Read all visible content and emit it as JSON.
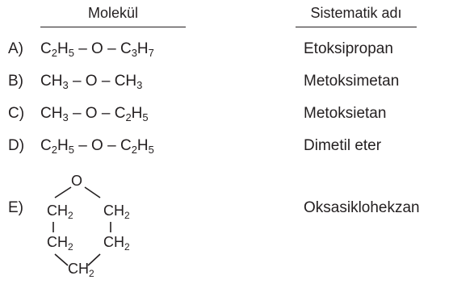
{
  "header": {
    "molecule": "Molekül",
    "systematic_name": "Sistematik adı"
  },
  "options": [
    {
      "letter": "A)",
      "formula": [
        {
          "t": "C"
        },
        {
          "s": "2"
        },
        {
          "t": "H"
        },
        {
          "s": "5"
        },
        {
          "t": " – O – C"
        },
        {
          "s": "3"
        },
        {
          "t": "H"
        },
        {
          "s": "7"
        }
      ],
      "name": "Etoksipropan"
    },
    {
      "letter": "B)",
      "formula": [
        {
          "t": "CH"
        },
        {
          "s": "3"
        },
        {
          "t": " – O – CH"
        },
        {
          "s": "3"
        }
      ],
      "name": "Metoksimetan"
    },
    {
      "letter": "C)",
      "formula": [
        {
          "t": "CH"
        },
        {
          "s": "3"
        },
        {
          "t": " – O – C"
        },
        {
          "s": "2"
        },
        {
          "t": "H"
        },
        {
          "s": "5"
        }
      ],
      "name": "Metoksietan"
    },
    {
      "letter": "D)",
      "formula": [
        {
          "t": "C"
        },
        {
          "s": "2"
        },
        {
          "t": "H"
        },
        {
          "s": "5"
        },
        {
          "t": " – O – C"
        },
        {
          "s": "2"
        },
        {
          "t": "H"
        },
        {
          "s": "5"
        }
      ],
      "name": "Dimetil eter"
    }
  ],
  "option_e": {
    "letter": "E)",
    "name": "Oksasiklohekzan",
    "ring": {
      "o": "O",
      "groups": [
        {
          "t": "CH",
          "s": "2"
        },
        {
          "t": "CH",
          "s": "2"
        },
        {
          "t": "CH",
          "s": "2"
        },
        {
          "t": "CH",
          "s": "2"
        },
        {
          "t": "CH",
          "s": "2"
        }
      ]
    }
  }
}
